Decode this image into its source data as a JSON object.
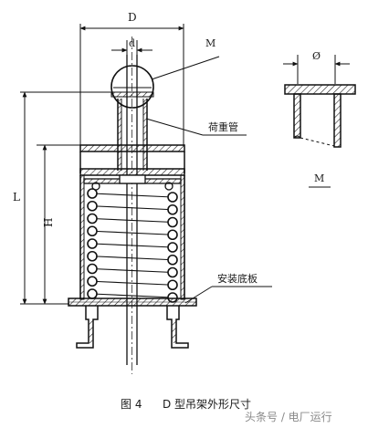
{
  "labels": {
    "D": "D",
    "d": "d",
    "M_top": "M",
    "load_tube": "荷重管",
    "L": "L",
    "H": "H",
    "base_plate": "安装底板",
    "phi": "Ø",
    "M_detail": "M"
  },
  "caption": {
    "figure_no": "图 4",
    "title": "D 型吊架外形尺寸"
  },
  "watermark": "头条号 / 电厂运行"
}
